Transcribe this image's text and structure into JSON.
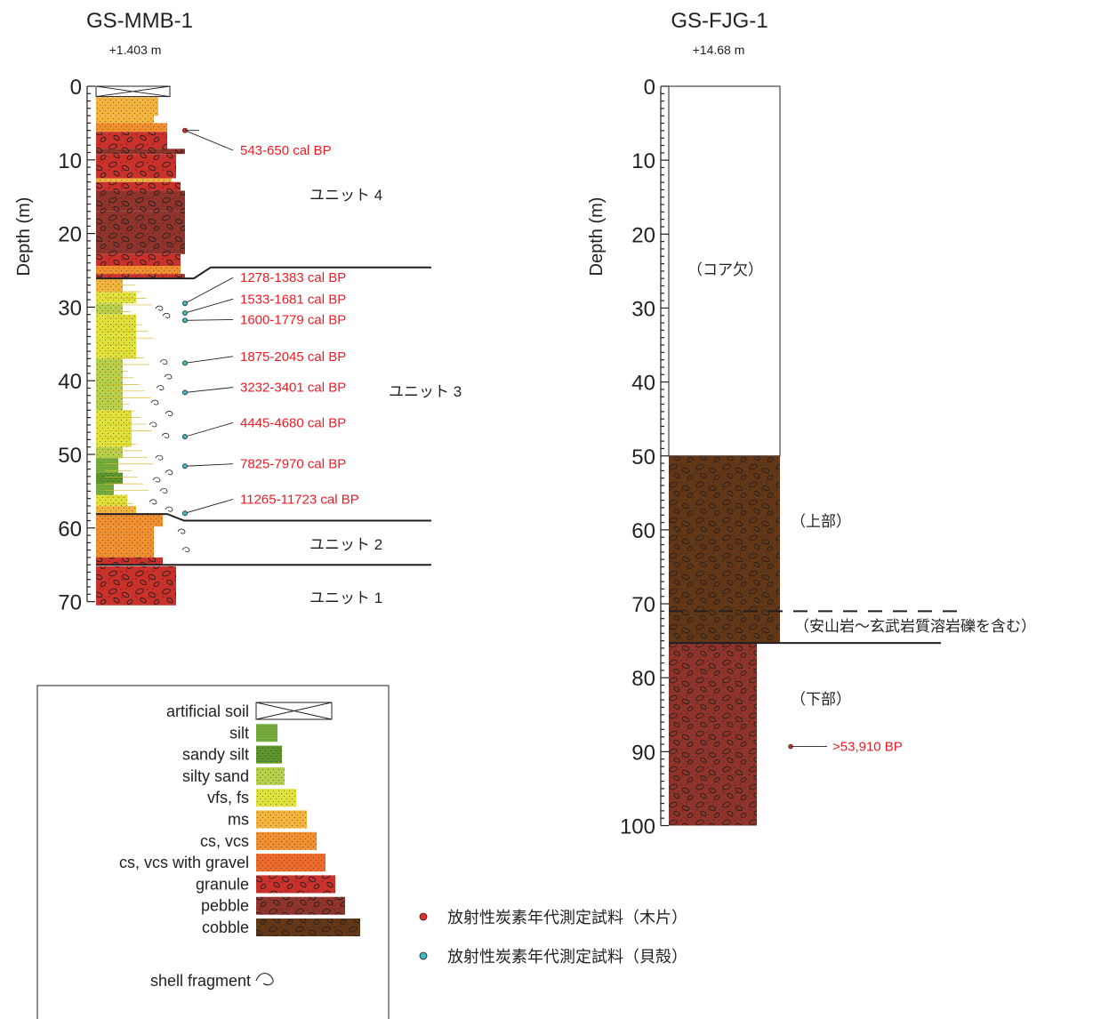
{
  "colors": {
    "silt": "#78b23e",
    "sandy_silt": "#5e9c2e",
    "silty_sand": "#b7d04c",
    "vfs_fs": "#dfe23b",
    "ms": "#f2b43e",
    "cs_vcs": "#ef8f2f",
    "cs_vcs_gravel": "#ec6a2b",
    "granule": "#c9312a",
    "pebble": "#92342b",
    "cobble": "#643717",
    "wood_sample": "#e0302a",
    "shell_sample": "#3cb9c0",
    "date_text": "#ed1c24"
  },
  "column_mmb": {
    "title": "GS-MMB-1",
    "elevation": "+1.403 m",
    "axis_label": "Depth (m)",
    "ticks": [
      "0",
      "10",
      "20",
      "30",
      "40",
      "50",
      "60",
      "70"
    ],
    "units": [
      {
        "label": "ユニット 4"
      },
      {
        "label": "ユニット 3"
      },
      {
        "label": "ユニット 2"
      },
      {
        "label": "ユニット 1"
      }
    ],
    "dates": [
      {
        "label": "543-650 cal BP",
        "depth_m": 6.0,
        "sample": "wood"
      },
      {
        "label": "1278-1383 cal BP",
        "depth_m": 29.5,
        "sample": "shell"
      },
      {
        "label": "1533-1681 cal BP",
        "depth_m": 30.8,
        "sample": "shell"
      },
      {
        "label": "1600-1779 cal BP",
        "depth_m": 31.8,
        "sample": "shell"
      },
      {
        "label": "1875-2045 cal BP",
        "depth_m": 37.6,
        "sample": "shell"
      },
      {
        "label": "3232-3401 cal BP",
        "depth_m": 41.6,
        "sample": "shell"
      },
      {
        "label": "4445-4680 cal BP",
        "depth_m": 47.6,
        "sample": "shell"
      },
      {
        "label": "7825-7970 cal BP",
        "depth_m": 51.6,
        "sample": "shell"
      },
      {
        "label": "11265-11723 cal BP",
        "depth_m": 58.0,
        "sample": "shell"
      }
    ],
    "boundaries_m": [
      24.6,
      59.0,
      65.0
    ]
  },
  "column_fjg": {
    "title": "GS-FJG-1",
    "elevation": "+14.68 m",
    "axis_label": "Depth (m)",
    "ticks": [
      "0",
      "10",
      "20",
      "30",
      "40",
      "50",
      "60",
      "70",
      "80",
      "90",
      "100"
    ],
    "no_core_label": "（コア欠）",
    "upper_label": "（上部）",
    "upper_note": "（安山岩～玄武岩質溶岩礫を含む）",
    "lower_label": "（下部）",
    "date_label": ">53,910 BP",
    "date_depth_m": 89.3,
    "no_core_bottom_m": 50.0,
    "dashed_line_m": 71.0,
    "upper_lower_boundary_m": 75.3,
    "bottom_m": 100.0
  },
  "legend": {
    "items": [
      {
        "label": "artificial soil",
        "key": "artificial"
      },
      {
        "label": "silt",
        "key": "silt"
      },
      {
        "label": "sandy silt",
        "key": "sandy_silt"
      },
      {
        "label": "silty sand",
        "key": "silty_sand"
      },
      {
        "label": "vfs, fs",
        "key": "vfs_fs"
      },
      {
        "label": "ms",
        "key": "ms"
      },
      {
        "label": "cs, vcs",
        "key": "cs_vcs"
      },
      {
        "label": "cs, vcs with gravel",
        "key": "cs_vcs_gravel"
      },
      {
        "label": "granule",
        "key": "granule"
      },
      {
        "label": "pebble",
        "key": "pebble"
      },
      {
        "label": "cobble",
        "key": "cobble"
      }
    ],
    "shell_label": "shell fragment"
  },
  "sample_key": {
    "wood": "放射性炭素年代測定試料（木片）",
    "shell": "放射性炭素年代測定試料（貝殻）"
  }
}
